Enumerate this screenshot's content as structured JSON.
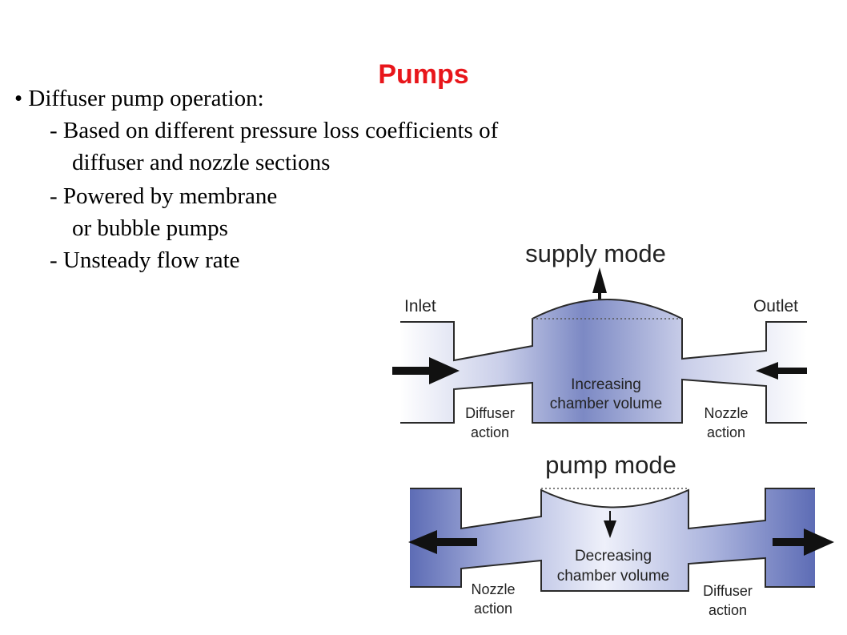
{
  "slide": {
    "title": "Pumps",
    "bullet": "• Diffuser pump operation:",
    "lines": [
      "- Based on different pressure loss coefficients of",
      "diffuser and nozzle sections",
      "- Powered by membrane",
      "or bubble pumps",
      "- Unsteady flow rate"
    ]
  },
  "diagram": {
    "supply_title": "supply mode",
    "inlet": "Inlet",
    "outlet": "Outlet",
    "increasing_1": "Increasing",
    "increasing_2": "chamber volume",
    "diffuser_action_top_1": "Diffuser",
    "diffuser_action_top_2": "action",
    "nozzle_action_top_1": "Nozzle",
    "nozzle_action_top_2": "action",
    "pump_title": "pump mode",
    "decreasing_1": "Decreasing",
    "decreasing_2": "chamber volume",
    "nozzle_action_bot_1": "Nozzle",
    "nozzle_action_bot_2": "action",
    "diffuser_action_bot_1": "Diffuser",
    "diffuser_action_bot_2": "action",
    "colors": {
      "channel_dark": "#5d6cb5",
      "channel_light": "#eef0fa",
      "title_red": "#e8161b"
    }
  }
}
